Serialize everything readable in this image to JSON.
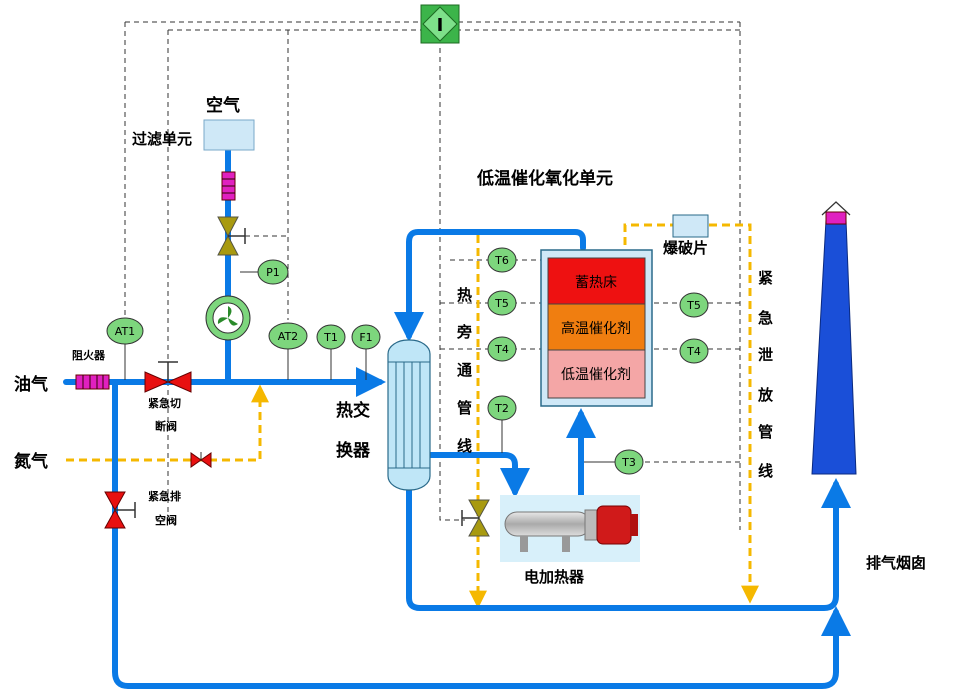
{
  "labels": {
    "air": "空气",
    "filter_unit": "过滤单元",
    "unit_title": "低温催化氧化单元",
    "rupture_disc": "爆破片",
    "oil_gas": "油气",
    "nitrogen": "氮气",
    "flame_arrester": "阻火器",
    "emergency_cutoff_1": "紧急切",
    "emergency_cutoff_2": "断阀",
    "emergency_vent_1": "紧急排",
    "emergency_vent_2": "空阀",
    "heat_exchanger_1": "热交",
    "heat_exchanger_2": "换器",
    "electric_heater": "电加热器",
    "exhaust_stack": "排气烟囱",
    "bypass_line": [
      "热",
      "旁",
      "通",
      "管",
      "线"
    ],
    "emergency_relief_line": [
      "紧",
      "急",
      "泄",
      "放",
      "管",
      "线"
    ]
  },
  "reactor": {
    "layers": [
      {
        "label": "蓄热床",
        "color": "#ee1111"
      },
      {
        "label": "高温催化剂",
        "color": "#f07e10"
      },
      {
        "label": "低温催化剂",
        "color": "#f4a6a6"
      }
    ]
  },
  "sensors": {
    "at1": "AT1",
    "at2": "AT2",
    "p1": "P1",
    "t1": "T1",
    "f1": "F1",
    "t2": "T2",
    "t3": "T3",
    "t4_left": "T4",
    "t5_left": "T5",
    "t6": "T6",
    "t5_right": "T5",
    "t4_right": "T4"
  },
  "controller": {
    "label": "I"
  },
  "colors": {
    "pipe": "#0a7ae6",
    "nitrogen_line": "#f5b800",
    "sensor_fill": "#7dd67d",
    "valve_red": "#e81010",
    "valve_olive": "#a89a10",
    "arrester": "#e020c0",
    "stack": "#1a4fd8",
    "exchanger": "#bfe6f7",
    "filter": "#cfe8f7"
  }
}
